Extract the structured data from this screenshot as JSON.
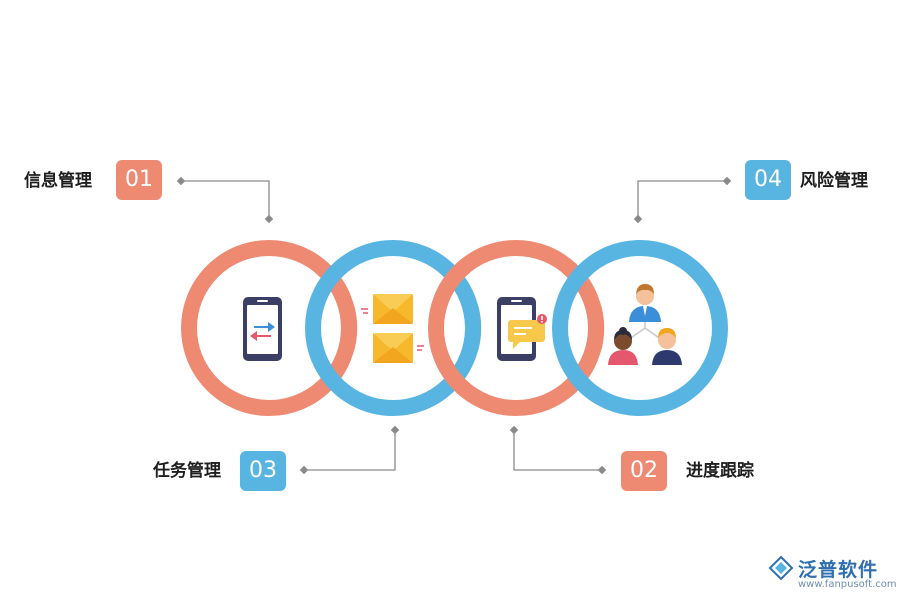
{
  "items": [
    {
      "num": "01",
      "label": "信息管理",
      "color": "#ee8a72",
      "icon": "phone-transfer-icon"
    },
    {
      "num": "02",
      "label": "进度跟踪",
      "color": "#ee8a72",
      "icon": "phone-message-icon"
    },
    {
      "num": "03",
      "label": "任务管理",
      "color": "#58b5e1",
      "icon": "envelopes-icon"
    },
    {
      "num": "04",
      "label": "风险管理",
      "color": "#58b5e1",
      "icon": "team-people-icon"
    }
  ],
  "logo": {
    "name": "泛普软件",
    "url": "www.fanpusoft.com"
  },
  "colors": {
    "coral": "#ee8a72",
    "blue": "#58b5e1",
    "connector": "#8a8a8a"
  }
}
